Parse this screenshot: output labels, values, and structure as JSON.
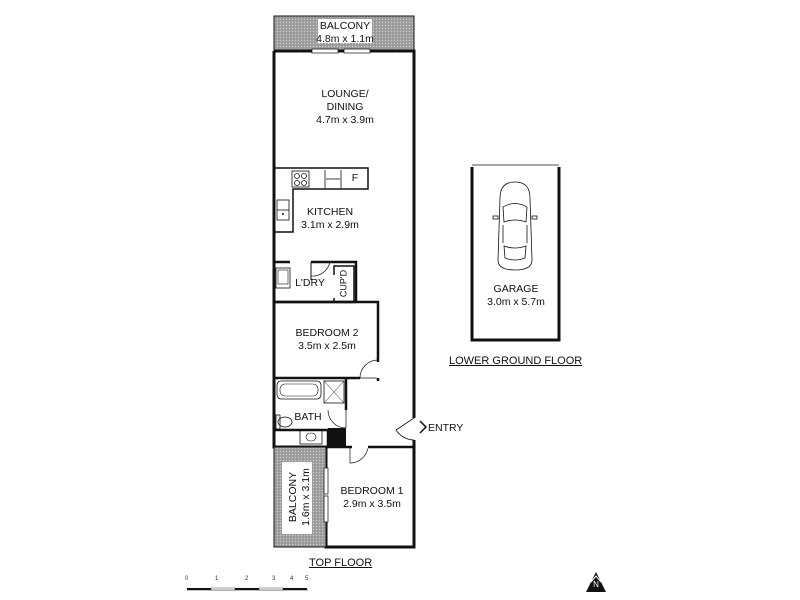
{
  "rooms": {
    "balcony_top": {
      "name": "BALCONY",
      "dims": "4.8m x 1.1m"
    },
    "lounge": {
      "name_line1": "LOUNGE/",
      "name_line2": "DINING",
      "dims": "4.7m x 3.9m"
    },
    "kitchen": {
      "name": "KITCHEN",
      "dims": "3.1m x 2.9m",
      "fridge": "F"
    },
    "laundry": {
      "name": "L'DRY"
    },
    "cupboard": {
      "name": "CUP'D"
    },
    "bedroom2": {
      "name": "BEDROOM 2",
      "dims": "3.5m x 2.5m"
    },
    "bath": {
      "name": "BATH"
    },
    "entry": {
      "name": "ENTRY"
    },
    "bedroom1": {
      "name": "BEDROOM 1",
      "dims": "2.9m x 3.5m"
    },
    "balcony_side": {
      "name": "BALCONY",
      "dims": "1.6m x 3.1m"
    },
    "garage": {
      "name": "GARAGE",
      "dims": "3.0m x 5.7m"
    }
  },
  "floors": {
    "top": "TOP FLOOR",
    "lower": "LOWER GROUND FLOOR"
  },
  "scale": {
    "ticks": [
      "0",
      "1",
      "2",
      "3",
      "4",
      "5"
    ]
  },
  "compass": {
    "label": "N"
  }
}
